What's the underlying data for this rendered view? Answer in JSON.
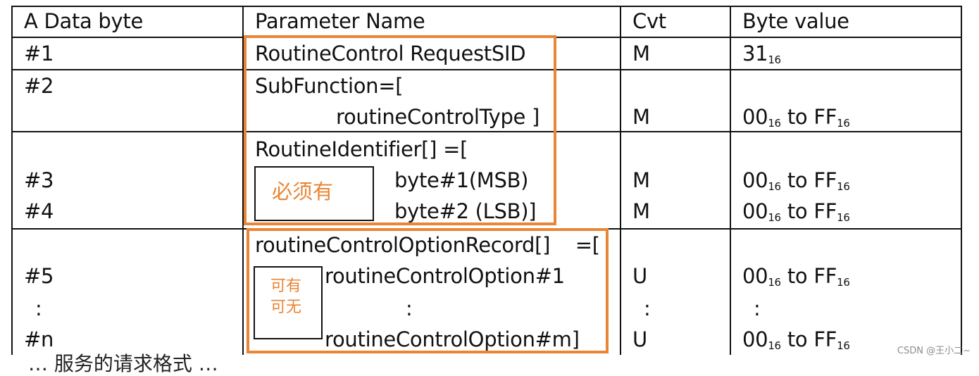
{
  "headers": [
    "A Data byte",
    "Parameter Name",
    "Cvt",
    "Byte value"
  ],
  "byte_value_range": {
    "from": "00",
    "to_word": "to",
    "end": "FF",
    "base": "16"
  },
  "rows": {
    "r1": {
      "byte": "#1",
      "param": "RoutineControl RequestSID",
      "cvt": "M",
      "value_main": "31",
      "value_sub": "16"
    },
    "r2": {
      "byte": "#2",
      "param_line1": "SubFunction=[",
      "param_line2": "routineControlType ]",
      "cvt": "M"
    },
    "r3": {
      "param_line1": "RoutineIdentifier[] =[",
      "b3": "#3",
      "b4": "#4",
      "p3": "byte#1(MSB)",
      "p4": "byte#2 (LSB)]",
      "cvt3": "M",
      "cvt4": "M"
    },
    "r4": {
      "param_line1": "routineControlOptionRecord[]    =[",
      "b5": "#5",
      "bdots": ":",
      "bn": "#n",
      "p5": "routineControlOption#1",
      "pdots": ":",
      "pm": "routineControlOption#m]",
      "cvt5": "U",
      "cvtdots": ":",
      "cvtn": "U",
      "valdots": ":"
    }
  },
  "annotations": {
    "mandatory": "必须有",
    "optional_line1": "可有",
    "optional_line2": "可无",
    "accent_color": "#e98535"
  },
  "footer_cut_text": "… 服务的请求格式 …",
  "watermark": "CSDN @王小二~"
}
